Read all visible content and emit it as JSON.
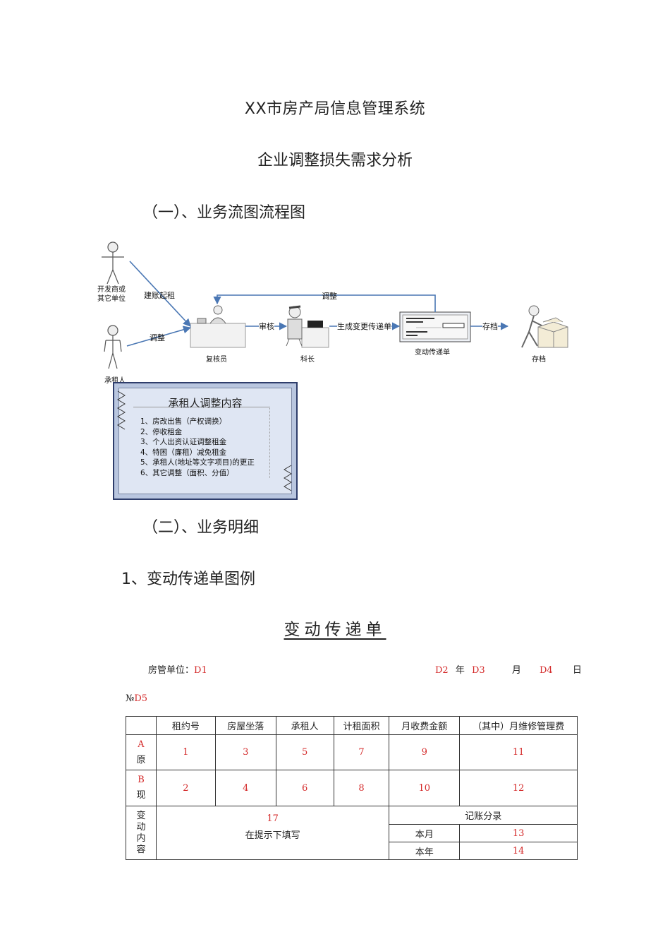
{
  "title": "XX市房产局信息管理系统",
  "subtitle": "企业调整损失需求分析",
  "section1": "（一）、业务流图流程图",
  "diagram": {
    "actor_top": "开发商或\n其它单位",
    "actor_bottom": "承租人",
    "edge_build": "建账起租",
    "edge_adjust_in": "调整",
    "edge_adjust_back": "调整",
    "edge_review": "审核",
    "edge_generate": "生成变更传递单",
    "edge_archive": "存档",
    "node_reviewer": "复核员",
    "node_chief": "科长",
    "node_form": "变动传递单",
    "node_archive": "存档",
    "note_title": "承租人调整内容",
    "note_items": [
      "1、房改出售（产权调换）",
      "2、停收租金",
      "3、个人出资认证调整租金",
      "4、特困（廉租）减免租金",
      "5、承租人(地址等文字项目)的更正",
      "6、其它调整（面积、分值）"
    ]
  },
  "section2": "（二）、业务明细",
  "section3": "1、变动传递单图例",
  "form": {
    "title": "变动传递单",
    "unit_label": "房管单位：",
    "unit_code": "D1",
    "year_code": "D2",
    "year_label": "年",
    "month_code": "D3",
    "month_label": "月",
    "day_code": "D4",
    "day_label": "日",
    "no_label": "№",
    "no_code": "D5",
    "headers": [
      "租约号",
      "房屋坐落",
      "承租人",
      "计租面积",
      "月收费金额",
      "（其中）月维修管理费"
    ],
    "row_a": {
      "code": "A",
      "label": "原",
      "cells": [
        "1",
        "3",
        "5",
        "7",
        "9",
        "11"
      ]
    },
    "row_b": {
      "code": "B",
      "label": "现",
      "cells": [
        "2",
        "4",
        "6",
        "8",
        "10",
        "12"
      ]
    },
    "change_label": "变\n动\n内\n容",
    "change_code": "17",
    "change_hint": "在提示下填写",
    "ledger_label": "记账分录",
    "this_month": "本月",
    "this_month_code": "13",
    "this_year": "本年",
    "this_year_code": "14"
  },
  "colors": {
    "line": "#4a77b4",
    "red": "#d42a2a",
    "panel": "#b9c6df"
  }
}
